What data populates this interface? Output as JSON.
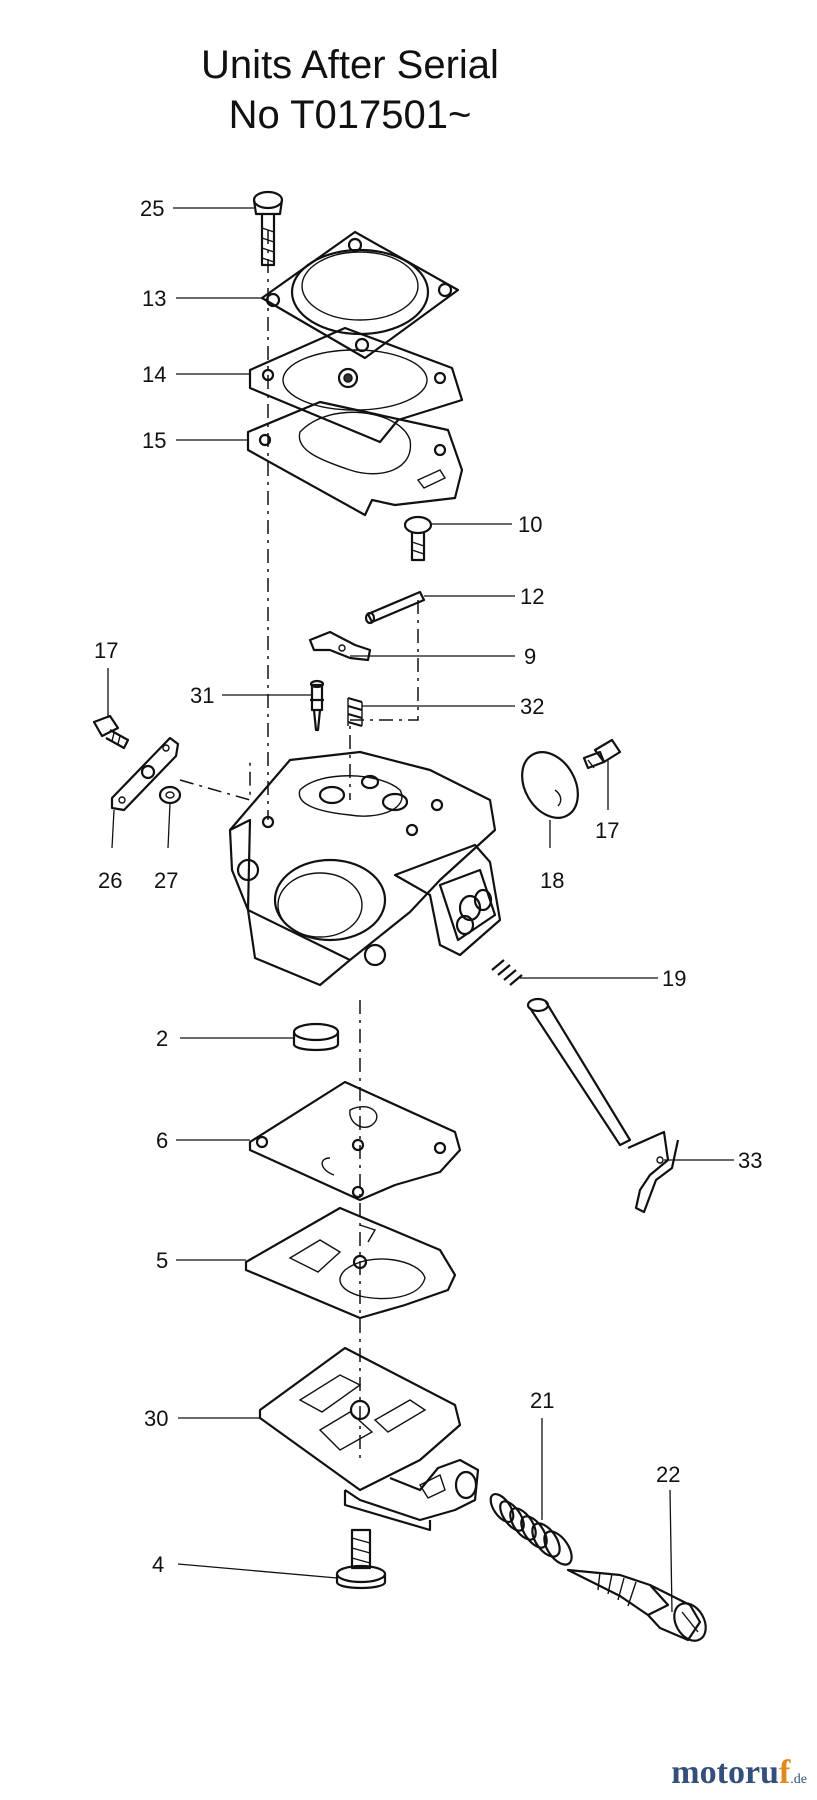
{
  "title": {
    "line1": "Units  After Serial",
    "line2": "No T017501~"
  },
  "callouts": [
    {
      "id": "25"
    },
    {
      "id": "13"
    },
    {
      "id": "14"
    },
    {
      "id": "15"
    },
    {
      "id": "10"
    },
    {
      "id": "12"
    },
    {
      "id": "9"
    },
    {
      "id": "17"
    },
    {
      "id": "31"
    },
    {
      "id": "32"
    },
    {
      "id": "26"
    },
    {
      "id": "27"
    },
    {
      "id": "17"
    },
    {
      "id": "18"
    },
    {
      "id": "19"
    },
    {
      "id": "2"
    },
    {
      "id": "33"
    },
    {
      "id": "6"
    },
    {
      "id": "5"
    },
    {
      "id": "21"
    },
    {
      "id": "30"
    },
    {
      "id": "22"
    },
    {
      "id": "4"
    }
  ],
  "watermark": {
    "brand_main": "motoru",
    "brand_accent": "f",
    "brand_suffix": ".de"
  }
}
